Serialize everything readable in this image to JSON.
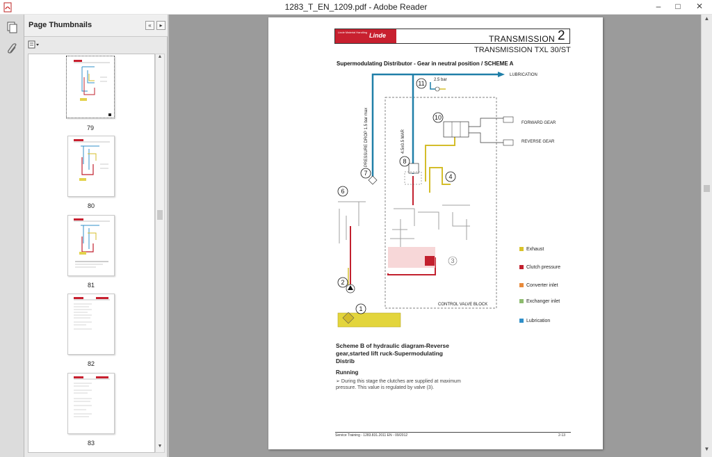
{
  "window": {
    "title": "1283_T_EN_1209.pdf - Adobe Reader",
    "minimize": "–",
    "maximize": "□",
    "close": "✕"
  },
  "panel": {
    "title": "Page Thumbnails",
    "collapse_icon": "«",
    "expand_icon": "▸",
    "thumbnails": [
      {
        "label": "79",
        "selected": true
      },
      {
        "label": "80",
        "selected": false
      },
      {
        "label": "81",
        "selected": false
      },
      {
        "label": "82",
        "selected": false
      },
      {
        "label": "83",
        "selected": false
      }
    ]
  },
  "document": {
    "brand_small": "Linde Material Handling",
    "brand_logo": "Linde",
    "section_title": "TRANSMISSION",
    "section_number": "2",
    "section_subtitle": "TRANSMISSION TXL 30/ST",
    "diagram_title": "Supermodulating Distributor - Gear in neutral position / SCHEME A",
    "labels": {
      "lubrication": "LUBRICATION",
      "pressure": "2.5 bar",
      "forward": "FORWARD GEAR",
      "reverse": "REVERSE GEAR",
      "pressure_drop": "PRESSURE DROP 1.5 bar max",
      "mar": "4.5±0.5 MAR",
      "control_block": "CONTROL VALVE BLOCK"
    },
    "callouts": [
      "1",
      "2",
      "3",
      "4",
      "6",
      "7",
      "8",
      "10",
      "11"
    ],
    "legend": [
      {
        "label": "Exhaust",
        "color": "#d9c32b"
      },
      {
        "label": "Clutch pressure",
        "color": "#c2202e"
      },
      {
        "label": "Converter inlet",
        "color": "#e88a3a"
      },
      {
        "label": "Exchanger inlet",
        "color": "#8dbb6e"
      },
      {
        "label": "Lubrication",
        "color": "#2f8fc9"
      }
    ],
    "section_heading": "Scheme B of hydraulic diagram-Reverse gear,started lift ruck-Supermodulating Distrib",
    "running_label": "Running",
    "running_text": "During this stage the clutches are supplied at maximum pressure. This value is regulated by valve (3).",
    "footer_text": "Service Training - 1283.831.2011 EN - 09/2012",
    "footer_page": "2-13"
  },
  "colors": {
    "lubrication_line": "#1f7fa8",
    "clutch_line": "#c2202e",
    "exhaust_line": "#d4bd2a",
    "brand": "#c8202f"
  }
}
